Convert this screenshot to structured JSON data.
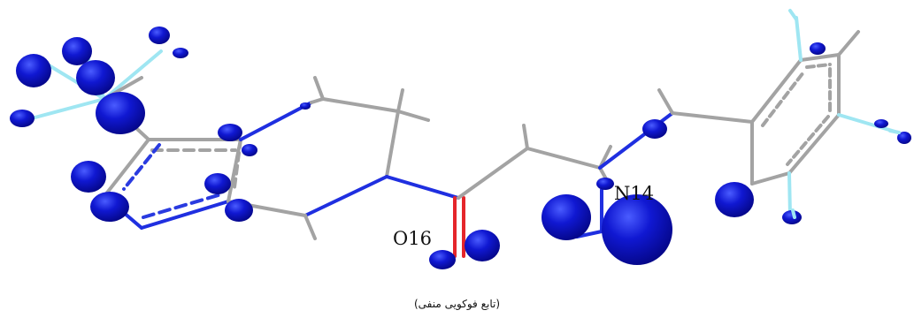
{
  "figure": {
    "atom_labels": {
      "o16": "O16",
      "n14": "N14"
    },
    "caption": "(تابع فوکویی منفی)",
    "colors": {
      "carbon_bond": "#a3a3a3",
      "nitrogen_bond": "#1f2fe0",
      "oxygen_bond": "#e5262b",
      "hydrogen_bond": "#9fe6f2",
      "isosurface": "#0c12c9"
    }
  }
}
